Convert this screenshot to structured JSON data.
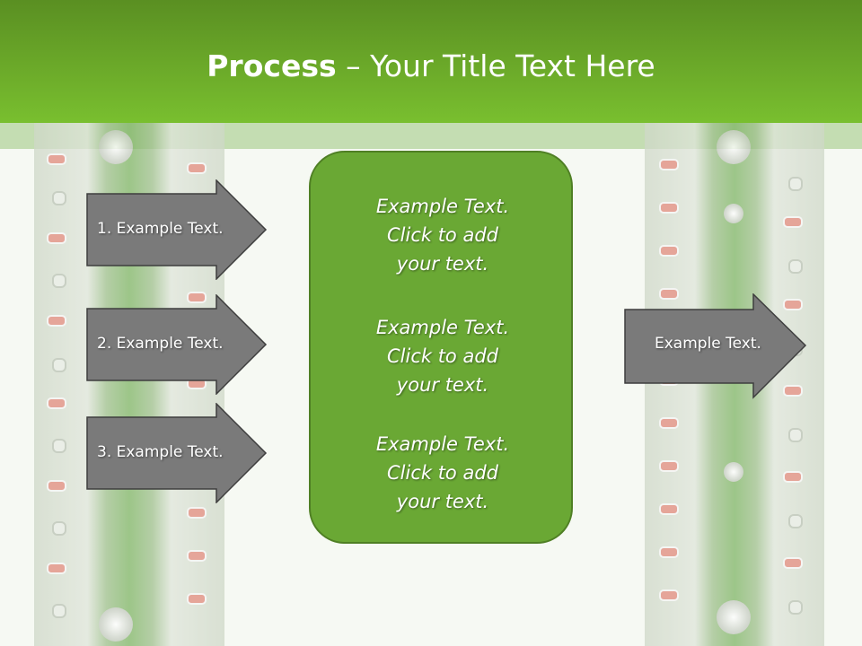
{
  "slide": {
    "title_bold": "Process",
    "title_rest": " – Your Title Text Here",
    "left_arrows": [
      {
        "label": "1. Example Text."
      },
      {
        "label": "2. Example Text."
      },
      {
        "label": "3. Example Text."
      }
    ],
    "right_arrow": {
      "label": "Example Text."
    },
    "center_blocks": [
      {
        "line1": "Example Text.",
        "line2": "Click  to add",
        "line3": "your text."
      },
      {
        "line1": "Example Text.",
        "line2": "Click  to add",
        "line3": "your text."
      },
      {
        "line1": "Example Text.",
        "line2": "Click  to add",
        "line3": "your text."
      }
    ]
  },
  "colors": {
    "header_green": "#79bf2f",
    "box_green": "#6aa834",
    "arrow_gray": "#7a7a7a"
  }
}
